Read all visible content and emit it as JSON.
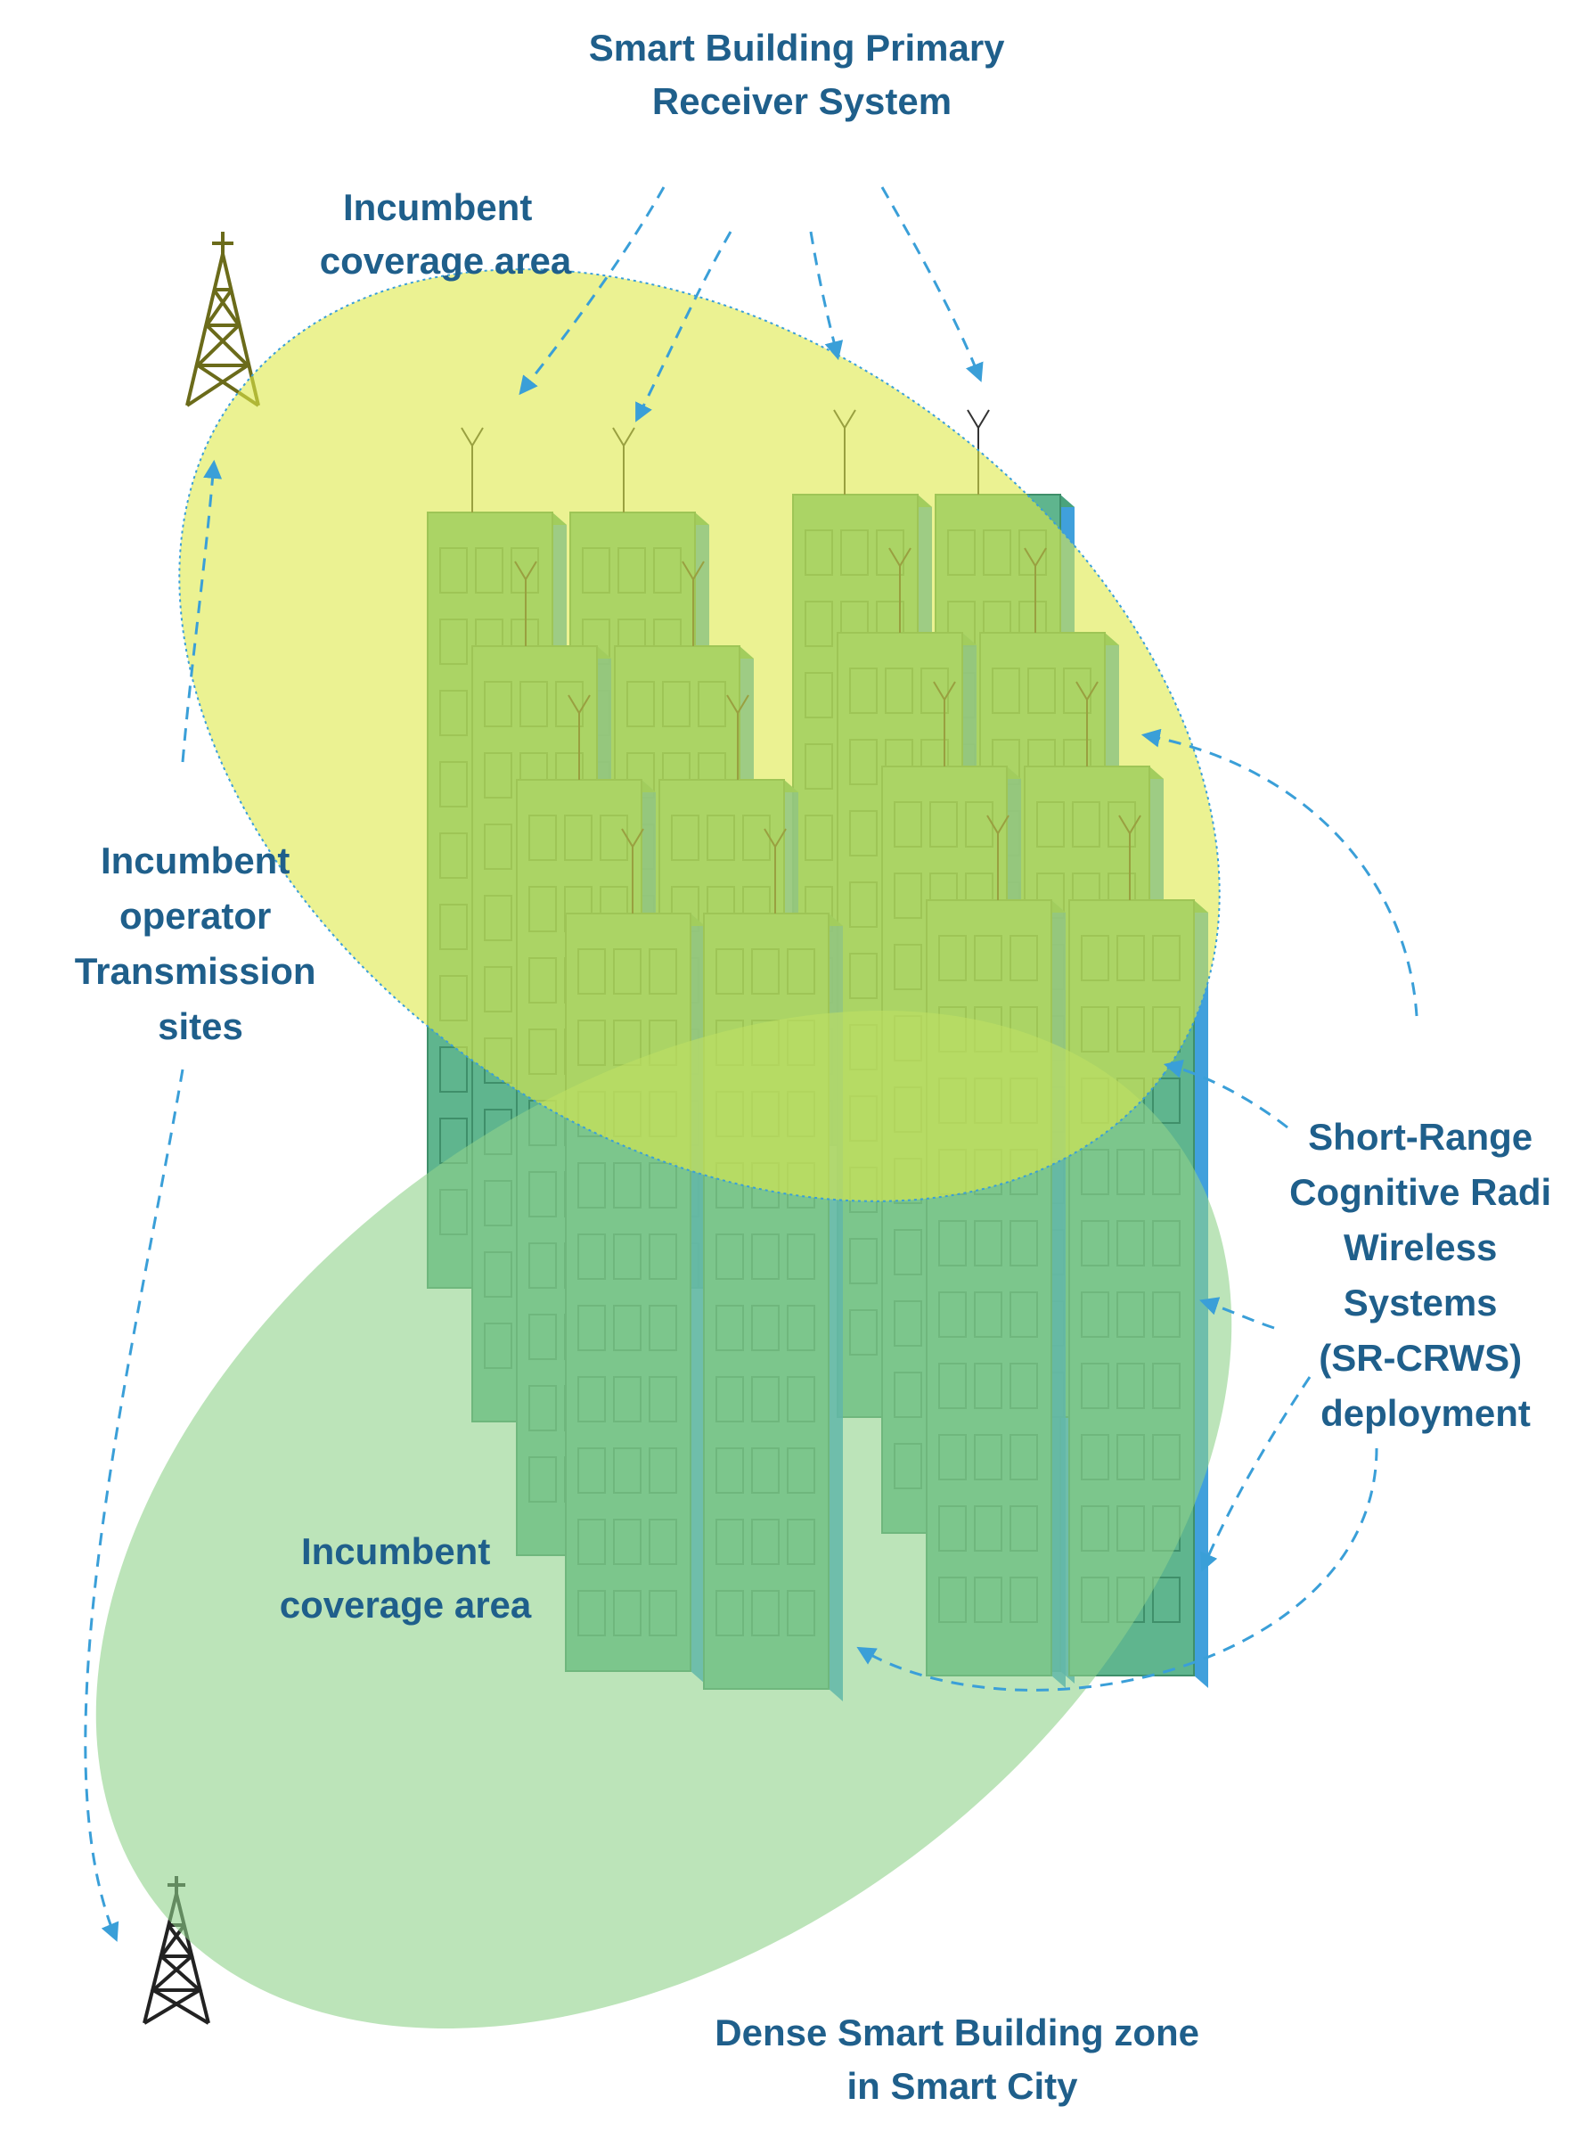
{
  "labels": {
    "primary_receiver": [
      "Smart Building Primary",
      "Receiver System"
    ],
    "coverage_top": [
      "Incumbent",
      "coverage area"
    ],
    "transmission_sites": [
      "Incumbent",
      "operator",
      "Transmission",
      "sites"
    ],
    "sr_crws": [
      "Short-Range",
      "Cognitive Radi",
      "Wireless",
      "Systems",
      "(SR-CRWS)",
      "deployment"
    ],
    "coverage_bottom": [
      "Incumbent",
      "coverage area"
    ],
    "zone": [
      "Dense Smart Building zone",
      "in Smart City"
    ]
  },
  "colors": {
    "text": "#1f5f8b",
    "arrow": "#3a9fd8",
    "building_front": "#5fb58e",
    "building_side": "#1f8fd6",
    "yellow_ellipse": "#dde94a",
    "green_ellipse": "#8fd28a",
    "tower": "#6b6b1a",
    "tower_bottom": "#222222"
  }
}
